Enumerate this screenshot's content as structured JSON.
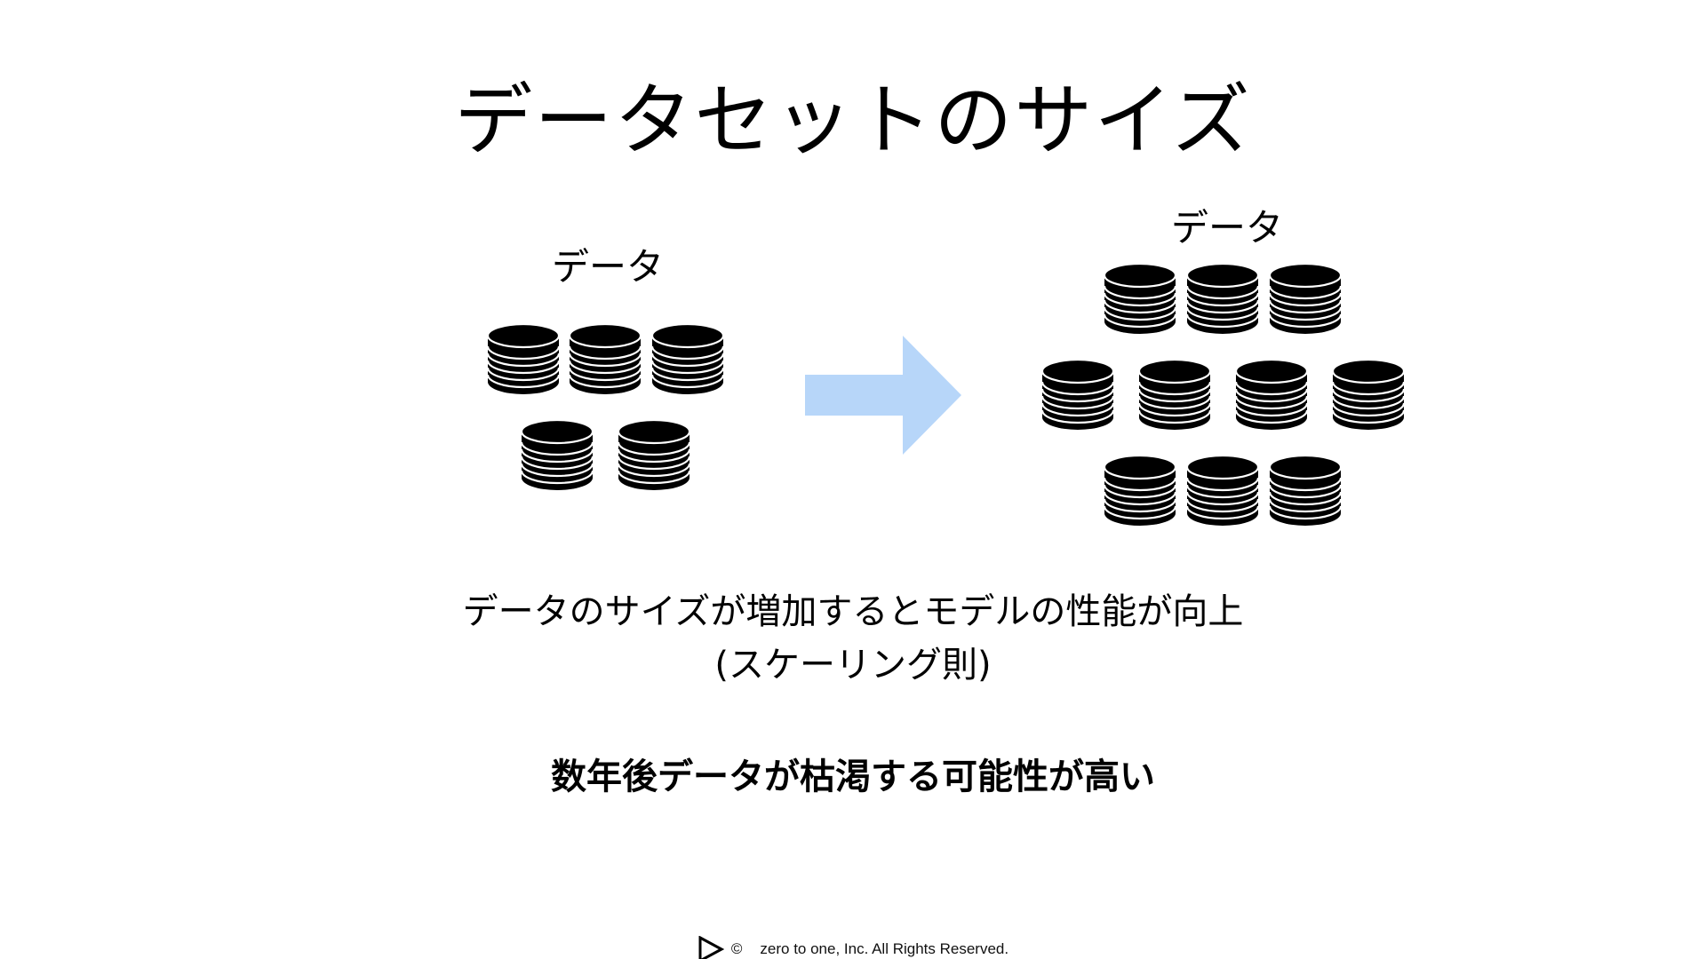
{
  "slide": {
    "title": "データセットのサイズ",
    "small_set_label": "データ",
    "large_set_label": "データ",
    "caption_line1": "データのサイズが増加するとモデルの性能が向上",
    "caption_line2": "(スケーリング則)",
    "emphasis": "数年後データが枯渇する可能性が高い",
    "footer_copyright_symbol": "©",
    "footer_text": "zero to one, Inc. All Rights Reserved."
  },
  "figure": {
    "small_dataset_stacks": 5,
    "large_dataset_stacks": 10,
    "arrow_color": "#b7d6f9",
    "stack_color": "#000000",
    "icons": [
      "database-stack-icon",
      "right-arrow-icon",
      "logo-play-icon"
    ]
  }
}
